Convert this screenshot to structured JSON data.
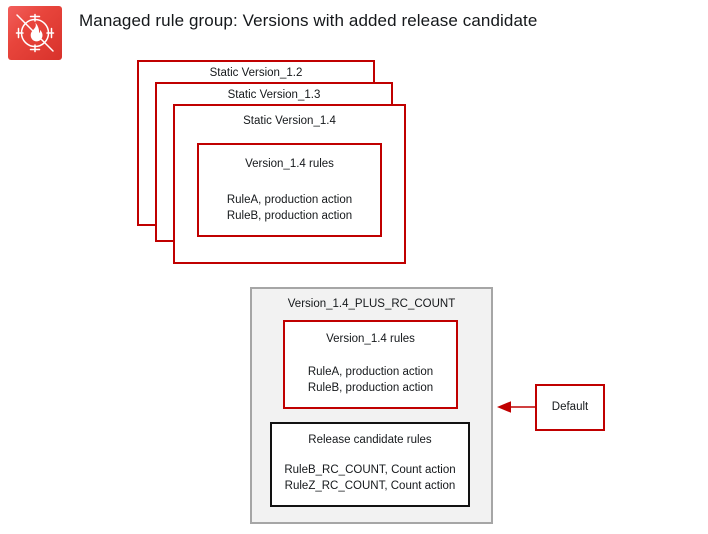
{
  "page": {
    "title": "Managed rule group: Versions with added release candidate",
    "icon_name": "aws-waf-icon",
    "background_color": "#ffffff"
  },
  "colors": {
    "accent_red": "#c00000",
    "icon_red": "#e8453c",
    "container_gray_fill": "#f2f2f2",
    "container_gray_border": "#a6a6a6",
    "black_border": "#121212",
    "text": "#15181b"
  },
  "version_stack": [
    {
      "id": "v12",
      "title": "Static Version_1.2"
    },
    {
      "id": "v13",
      "title": "Static Version_1.3"
    },
    {
      "id": "v14",
      "title": "Static Version_1.4"
    }
  ],
  "v14_rules_box": {
    "title": "Version_1.4 rules",
    "rules": [
      "RuleA, production action",
      "RuleB, production action"
    ]
  },
  "rc_container": {
    "title": "Version_1.4_PLUS_RC_COUNT",
    "production_rules_box": {
      "title": "Version_1.4 rules",
      "rules": [
        "RuleA, production action",
        "RuleB, production action"
      ]
    },
    "release_candidate_box": {
      "title": "Release candidate rules",
      "rules": [
        "RuleB_RC_COUNT, Count action",
        "RuleZ_RC_COUNT, Count action"
      ]
    }
  },
  "callout": {
    "label": "Default",
    "arrow_direction": "left",
    "arrow_color": "#c00000"
  }
}
